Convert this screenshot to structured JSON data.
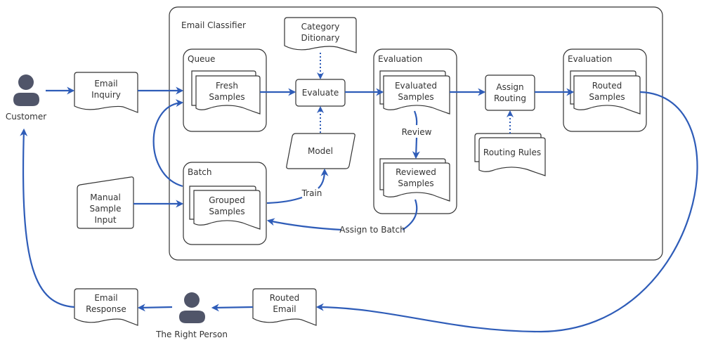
{
  "diagram": {
    "container_title": "Email Classifier",
    "colors": {
      "flow": "#2e5cb8",
      "person": "#505569",
      "stroke": "#333333"
    },
    "actors": {
      "customer": "Customer",
      "right_person": "The Right Person"
    },
    "documents": {
      "email_inquiry": [
        "Email",
        "Inquiry"
      ],
      "category_dictionary": [
        "Category",
        "Ditionary"
      ],
      "email_response": [
        "Email",
        "Response"
      ],
      "routed_email": [
        "Routed",
        "Email"
      ]
    },
    "inputs": {
      "manual_sample_input": [
        "Manual",
        "Sample",
        "Input"
      ],
      "model": "Model"
    },
    "groups": {
      "queue": "Queue",
      "batch": "Batch",
      "evaluation_1": "Evaluation",
      "evaluation_2": "Evaluation"
    },
    "stacks": {
      "fresh_samples": [
        "Fresh",
        "Samples"
      ],
      "grouped_samples": [
        "Grouped",
        "Samples"
      ],
      "evaluated_samples": [
        "Evaluated",
        "Samples"
      ],
      "reviewed_samples": [
        "Reviewed",
        "Samples"
      ],
      "routed_samples": [
        "Routed",
        "Samples"
      ],
      "routing_rules": "Routing Rules"
    },
    "processes": {
      "evaluate": "Evaluate",
      "assign_routing": [
        "Assign",
        "Routing"
      ]
    },
    "edge_labels": {
      "train": "Train",
      "review": "Review",
      "assign_to_batch": "Assign to Batch"
    }
  }
}
